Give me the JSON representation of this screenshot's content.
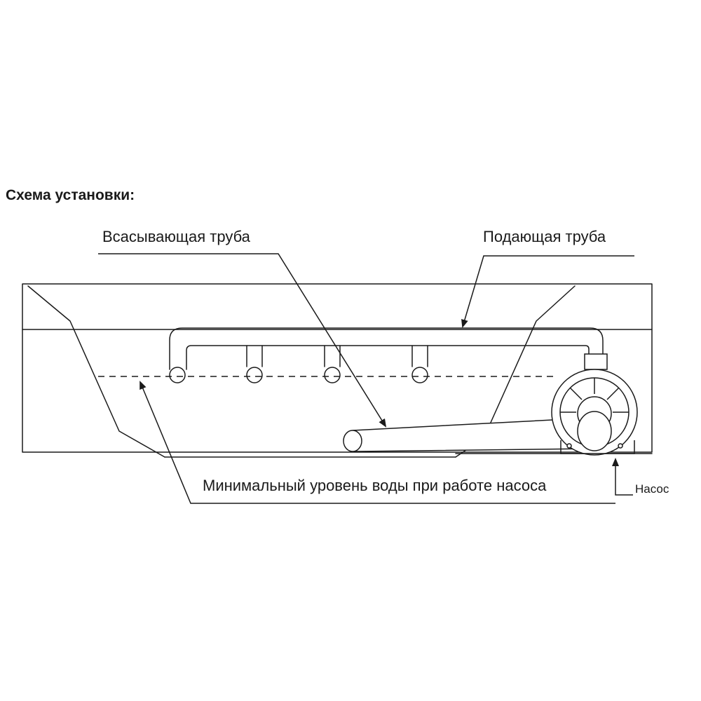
{
  "title": "Схема установки:",
  "labels": {
    "suction_pipe": "Всасывающая труба",
    "supply_pipe": "Подающая труба",
    "min_water_level": "Минимальный уровень воды при работе насоса",
    "pump": "Насос"
  },
  "colors": {
    "stroke": "#1a1a1a",
    "background": "#ffffff"
  }
}
